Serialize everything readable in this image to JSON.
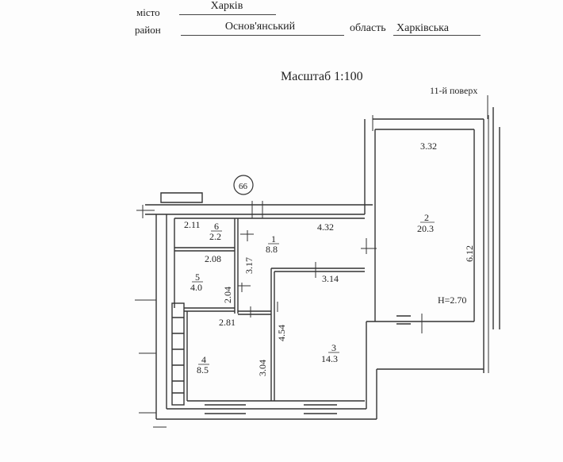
{
  "header": {
    "city_label": "місто",
    "city_value": "Харків",
    "district_label": "район",
    "district_value": "Основ'янський",
    "region_label": "область",
    "region_value": "Харківська"
  },
  "plan": {
    "scale": "Масштаб 1:100",
    "floor": "11-й поверх",
    "marker": "66",
    "height": "H=2.70",
    "rooms": [
      {
        "num": "1",
        "area": "8.8"
      },
      {
        "num": "2",
        "area": "20.3"
      },
      {
        "num": "3",
        "area": "14.3"
      },
      {
        "num": "4",
        "area": "8.5"
      },
      {
        "num": "5",
        "area": "4.0"
      },
      {
        "num": "6",
        "area": "2.2"
      }
    ],
    "dimensions": [
      "3.32",
      "6.12",
      "4.32",
      "3.17",
      "3.14",
      "4.54",
      "2.11",
      "2.08",
      "2.04",
      "2.81",
      "3.04"
    ]
  }
}
